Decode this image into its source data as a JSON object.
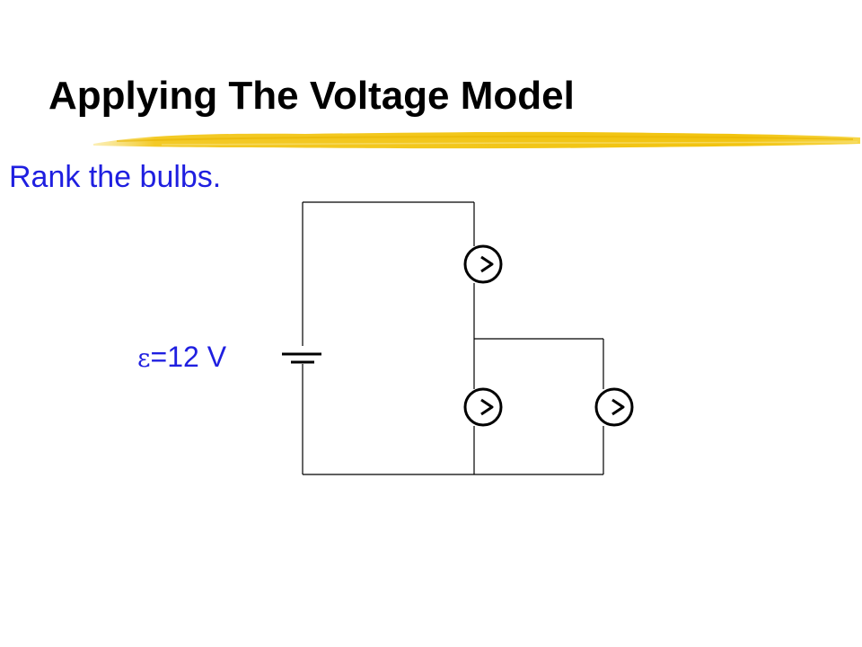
{
  "slide": {
    "title": "Applying The Voltage Model",
    "prompt": "Rank the bulbs.",
    "accent_color": "#f2c40f",
    "text_color_blue": "#1f1fe0"
  },
  "circuit": {
    "battery": {
      "emf_symbol": "ε",
      "emf_value": "=12 V"
    },
    "bulbs": [
      {
        "id": "top",
        "icon": "bulb-icon"
      },
      {
        "id": "bottom-left",
        "icon": "bulb-icon"
      },
      {
        "id": "bottom-right",
        "icon": "bulb-icon"
      }
    ]
  }
}
